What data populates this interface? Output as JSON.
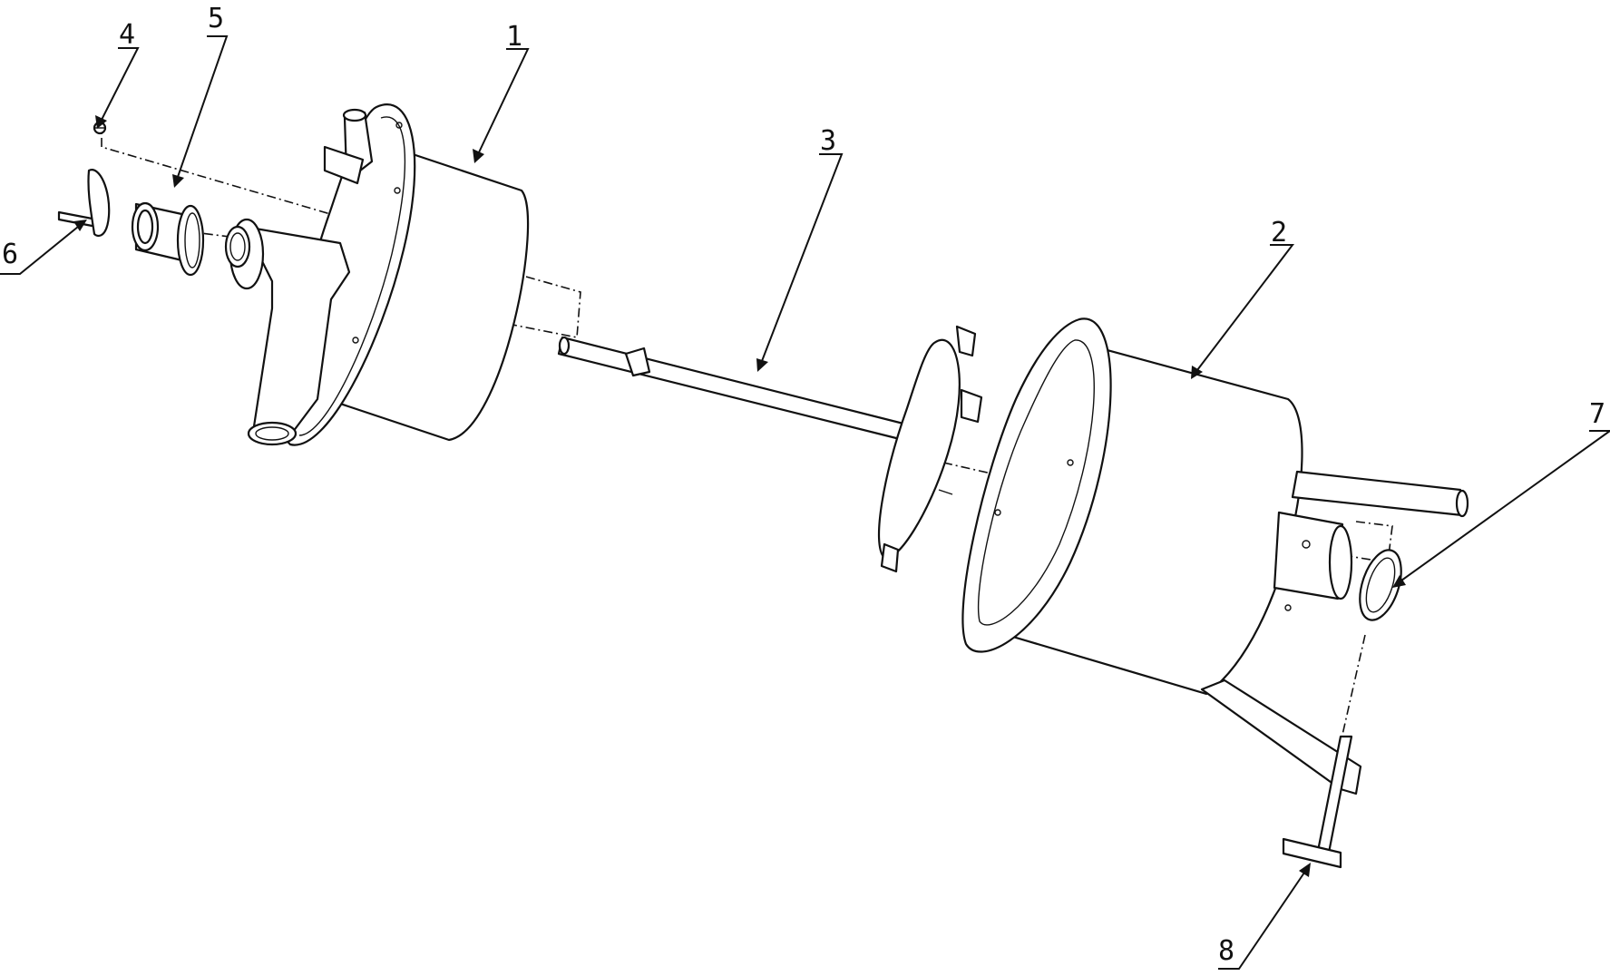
{
  "figure": {
    "type": "exploded assembly drawing",
    "callouts": [
      {
        "id": "callout-1",
        "label": "1"
      },
      {
        "id": "callout-2",
        "label": "2"
      },
      {
        "id": "callout-3",
        "label": "3"
      },
      {
        "id": "callout-4",
        "label": "4"
      },
      {
        "id": "callout-5",
        "label": "5"
      },
      {
        "id": "callout-6",
        "label": "6"
      },
      {
        "id": "callout-7",
        "label": "7"
      },
      {
        "id": "callout-8",
        "label": "8"
      }
    ]
  }
}
